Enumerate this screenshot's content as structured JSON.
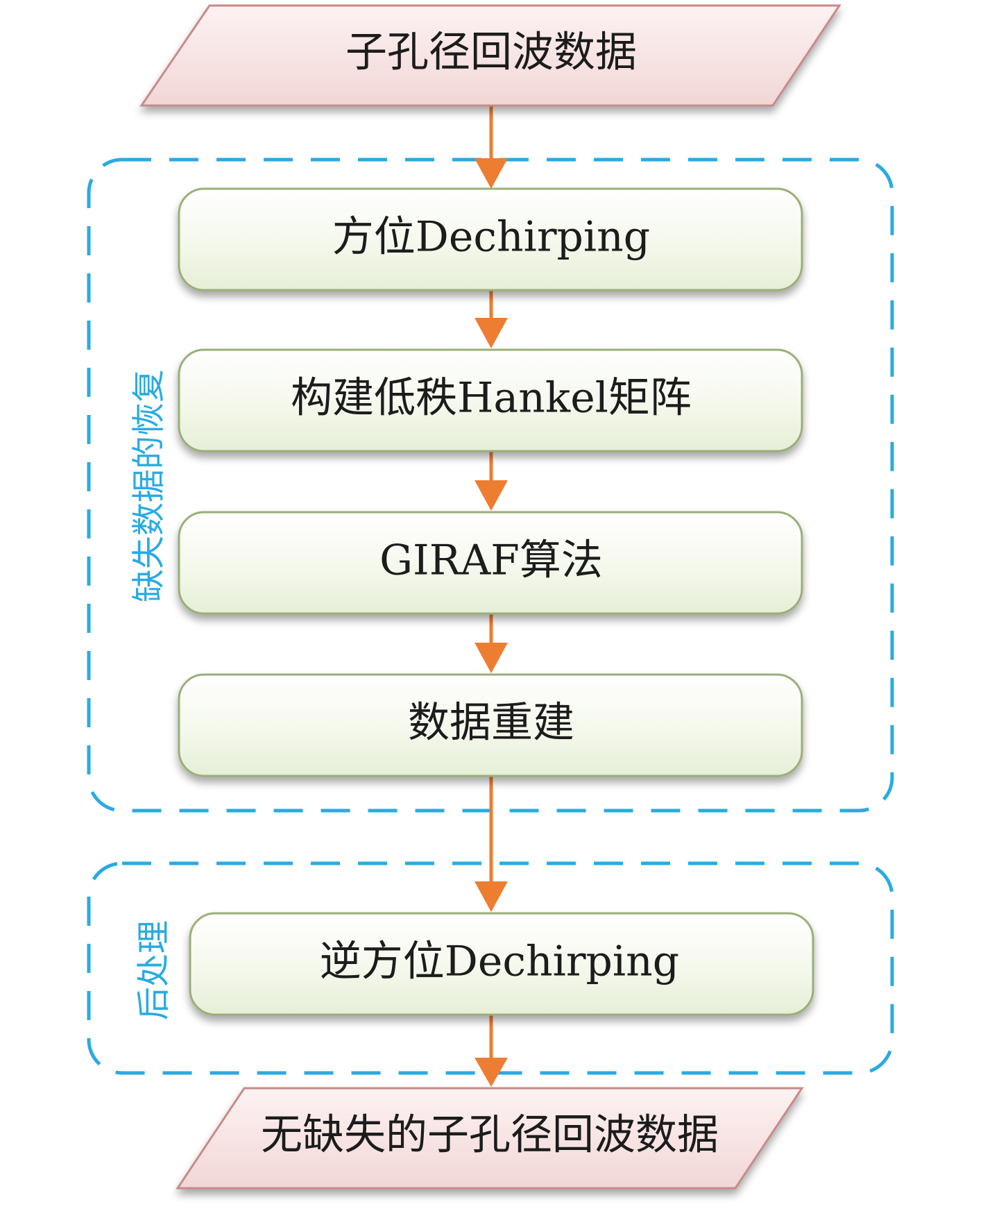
{
  "input_node": {
    "label": "子孔径回波数据"
  },
  "groups": [
    {
      "label": "缺失数据的恢复"
    },
    {
      "label": "后处理"
    }
  ],
  "steps": [
    {
      "label": "方位Dechirping"
    },
    {
      "label": "构建低秩Hankel矩阵"
    },
    {
      "label": "GIRAF算法"
    },
    {
      "label": "数据重建"
    },
    {
      "label": "逆方位Dechirping"
    }
  ],
  "output_node": {
    "label": "无缺失的子孔径回波数据"
  },
  "colors": {
    "arrow": "#ed7d31",
    "group_border": "#29abe2",
    "io_fill_top": "#fdf2f2",
    "io_fill_bottom": "#f2d6d6",
    "io_border": "#c98a8a",
    "step_fill_top": "#ffffff",
    "step_fill_bottom": "#e8efd9",
    "step_border": "#9aaf78"
  }
}
